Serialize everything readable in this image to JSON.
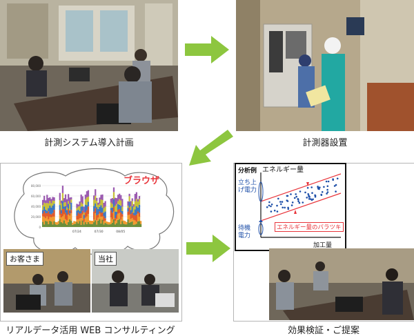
{
  "steps": [
    {
      "caption": "計測システム導入計画"
    },
    {
      "caption": "計測器設置"
    },
    {
      "caption": "リアルデータ活用 WEB コンサルティング"
    },
    {
      "caption": "効果検証・ご提案"
    }
  ],
  "web_panel": {
    "browser_label": "ブラウザ",
    "customer_label": "お客さま",
    "company_label": "当社",
    "chart_ticks_y": [
      "80,000",
      "60,000",
      "40,000",
      "20,000",
      "0"
    ],
    "chart_ticks_x": [
      "07/24",
      "07/30",
      "08/05"
    ]
  },
  "analysis": {
    "title": "分析例",
    "ylabel": "エネルギー量",
    "xlabel": "加工量",
    "startup_label": "立ち上げ電力",
    "standby_label": "待機電力",
    "variation_label": "エネルギー量のバラツキ"
  },
  "colors": {
    "arrow": "#8dc63f",
    "band": "#e8343a",
    "dots": "#1e4fa8",
    "browser": "#e8343a"
  }
}
